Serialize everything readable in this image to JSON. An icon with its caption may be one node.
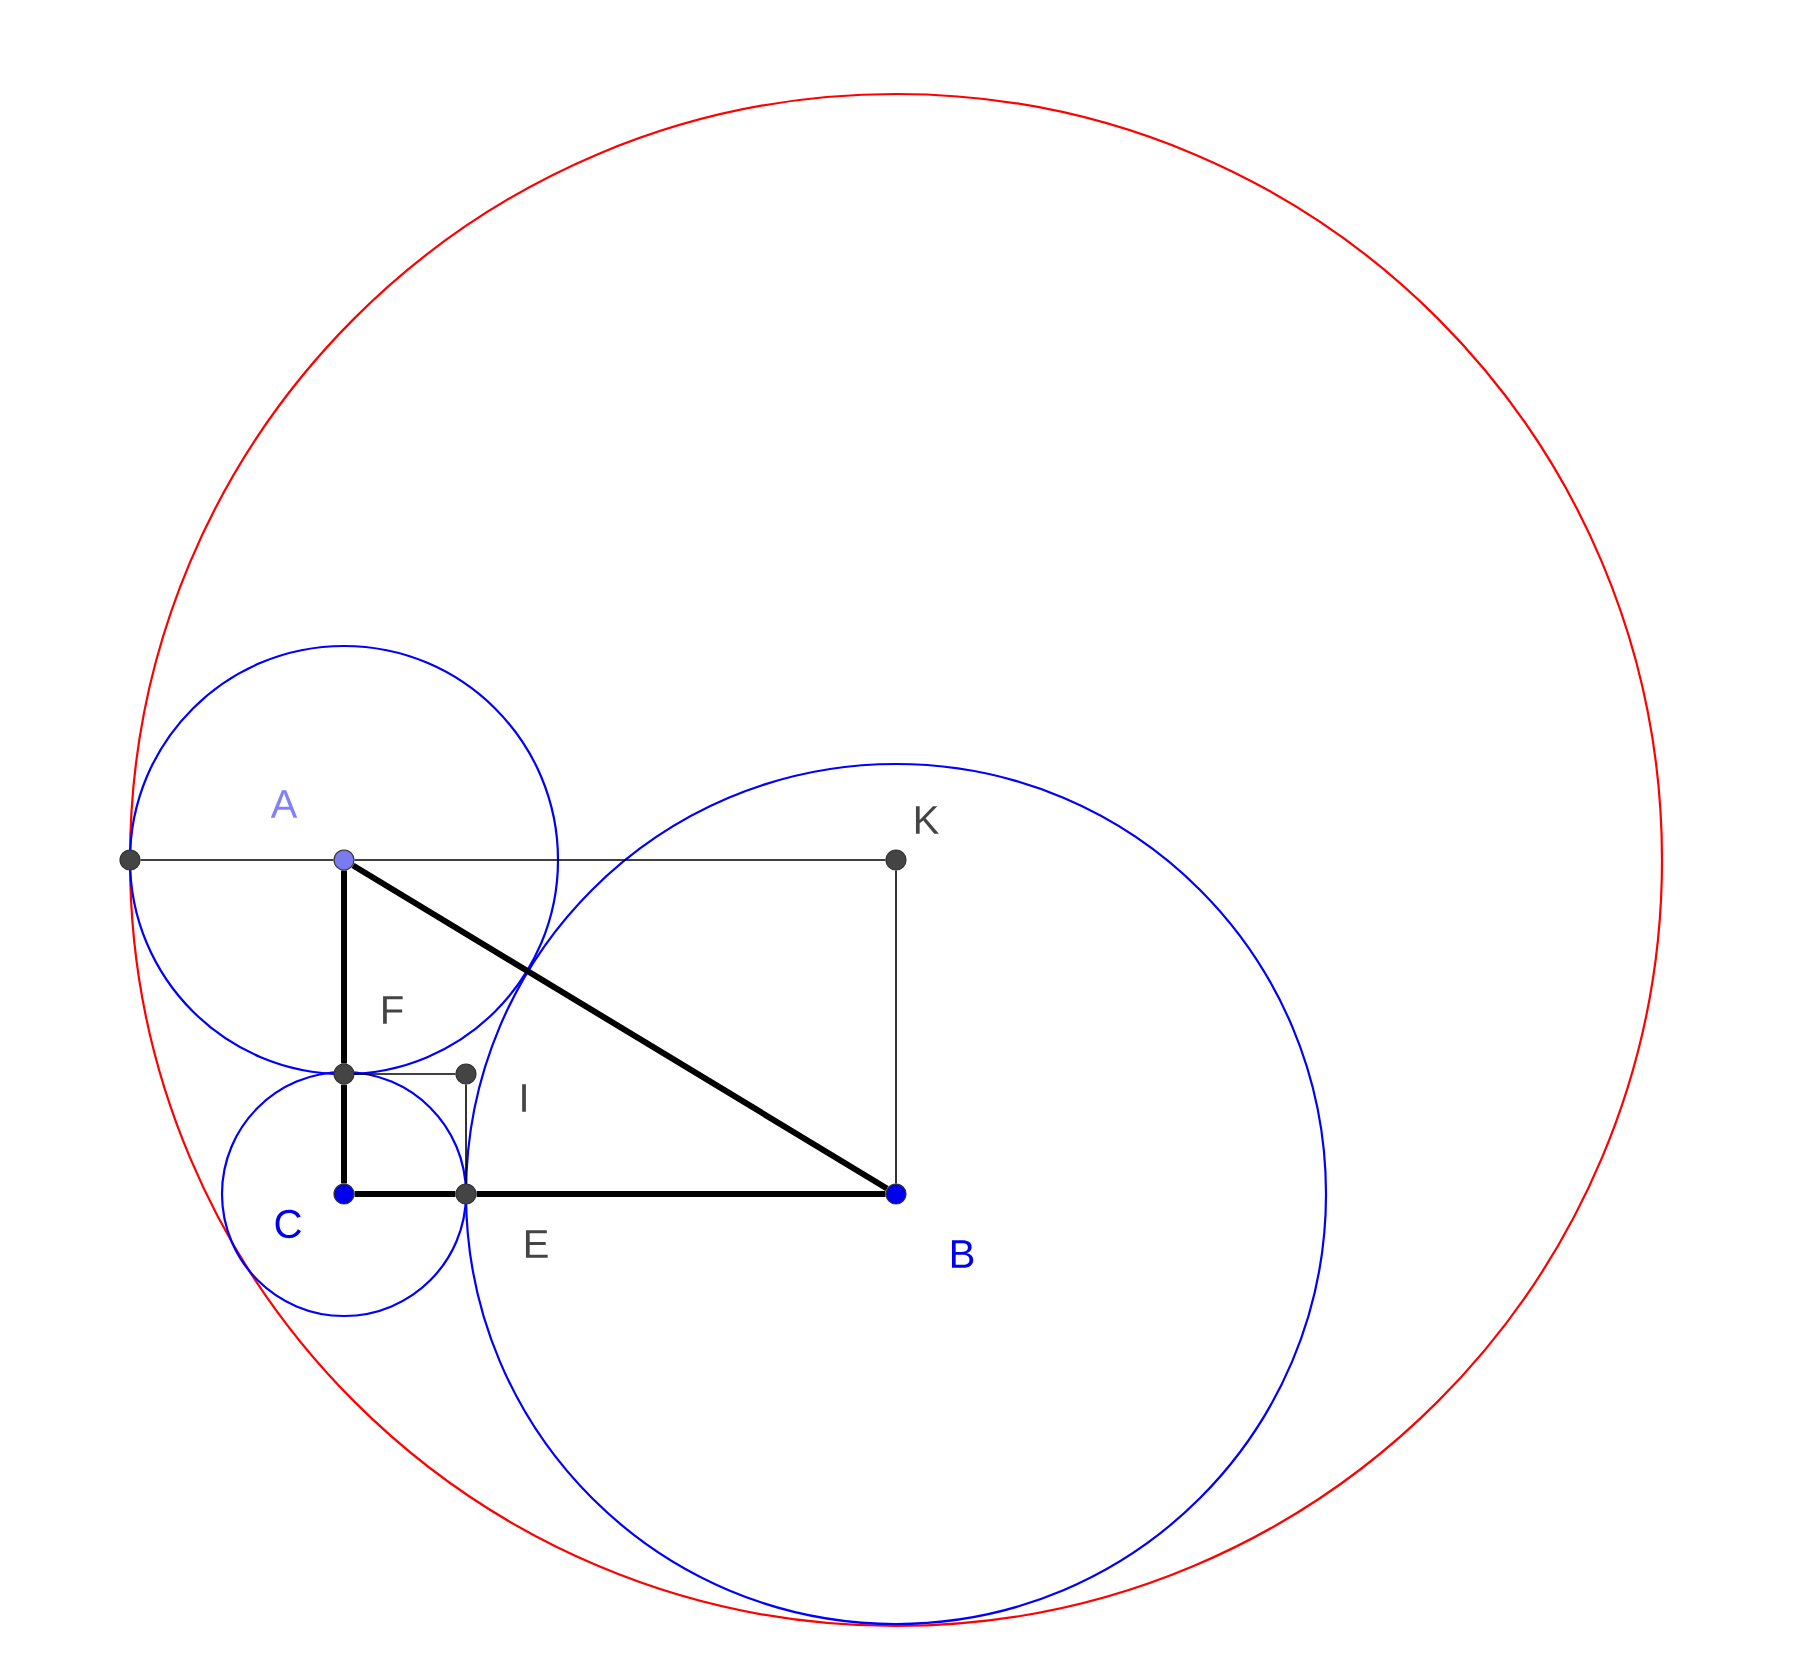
{
  "diagram": {
    "nodes": [
      {
        "text": [],
        "shape": "circle"
      },
      {
        "text": [],
        "shape": "circle",
        "beside": [
          "A"
        ]
      },
      {
        "text": [],
        "shape": "circle",
        "beside": [
          "K"
        ]
      },
      {
        "text": [],
        "shape": "circle",
        "beside": [
          "F"
        ]
      },
      {
        "text": [],
        "shape": "circle",
        "beside": [
          "I"
        ]
      },
      {
        "text": [],
        "shape": "circle",
        "beside": [
          "C"
        ]
      },
      {
        "text": [],
        "shape": "circle",
        "beside": [
          "E"
        ]
      },
      {
        "text": [],
        "shape": "circle",
        "beside": [
          "B"
        ]
      }
    ],
    "edges": [
      {
        "from": 0,
        "to": 1,
        "arrow": "none"
      },
      {
        "from": 1,
        "to": 2,
        "arrow": "none"
      },
      {
        "from": 2,
        "to": 7,
        "arrow": "none"
      },
      {
        "from": 1,
        "to": 3,
        "arrow": "none",
        "style": "thick"
      },
      {
        "from": 3,
        "to": 5,
        "arrow": "none",
        "style": "thick"
      },
      {
        "from": 5,
        "to": 6,
        "arrow": "none",
        "style": "thick"
      },
      {
        "from": 6,
        "to": 7,
        "arrow": "none",
        "style": "thick"
      },
      {
        "from": 1,
        "to": 7,
        "arrow": "none",
        "style": "thick"
      },
      {
        "from": 3,
        "to": 4,
        "arrow": "none"
      },
      {
        "from": 4,
        "to": 6,
        "arrow": "none"
      }
    ]
  }
}
